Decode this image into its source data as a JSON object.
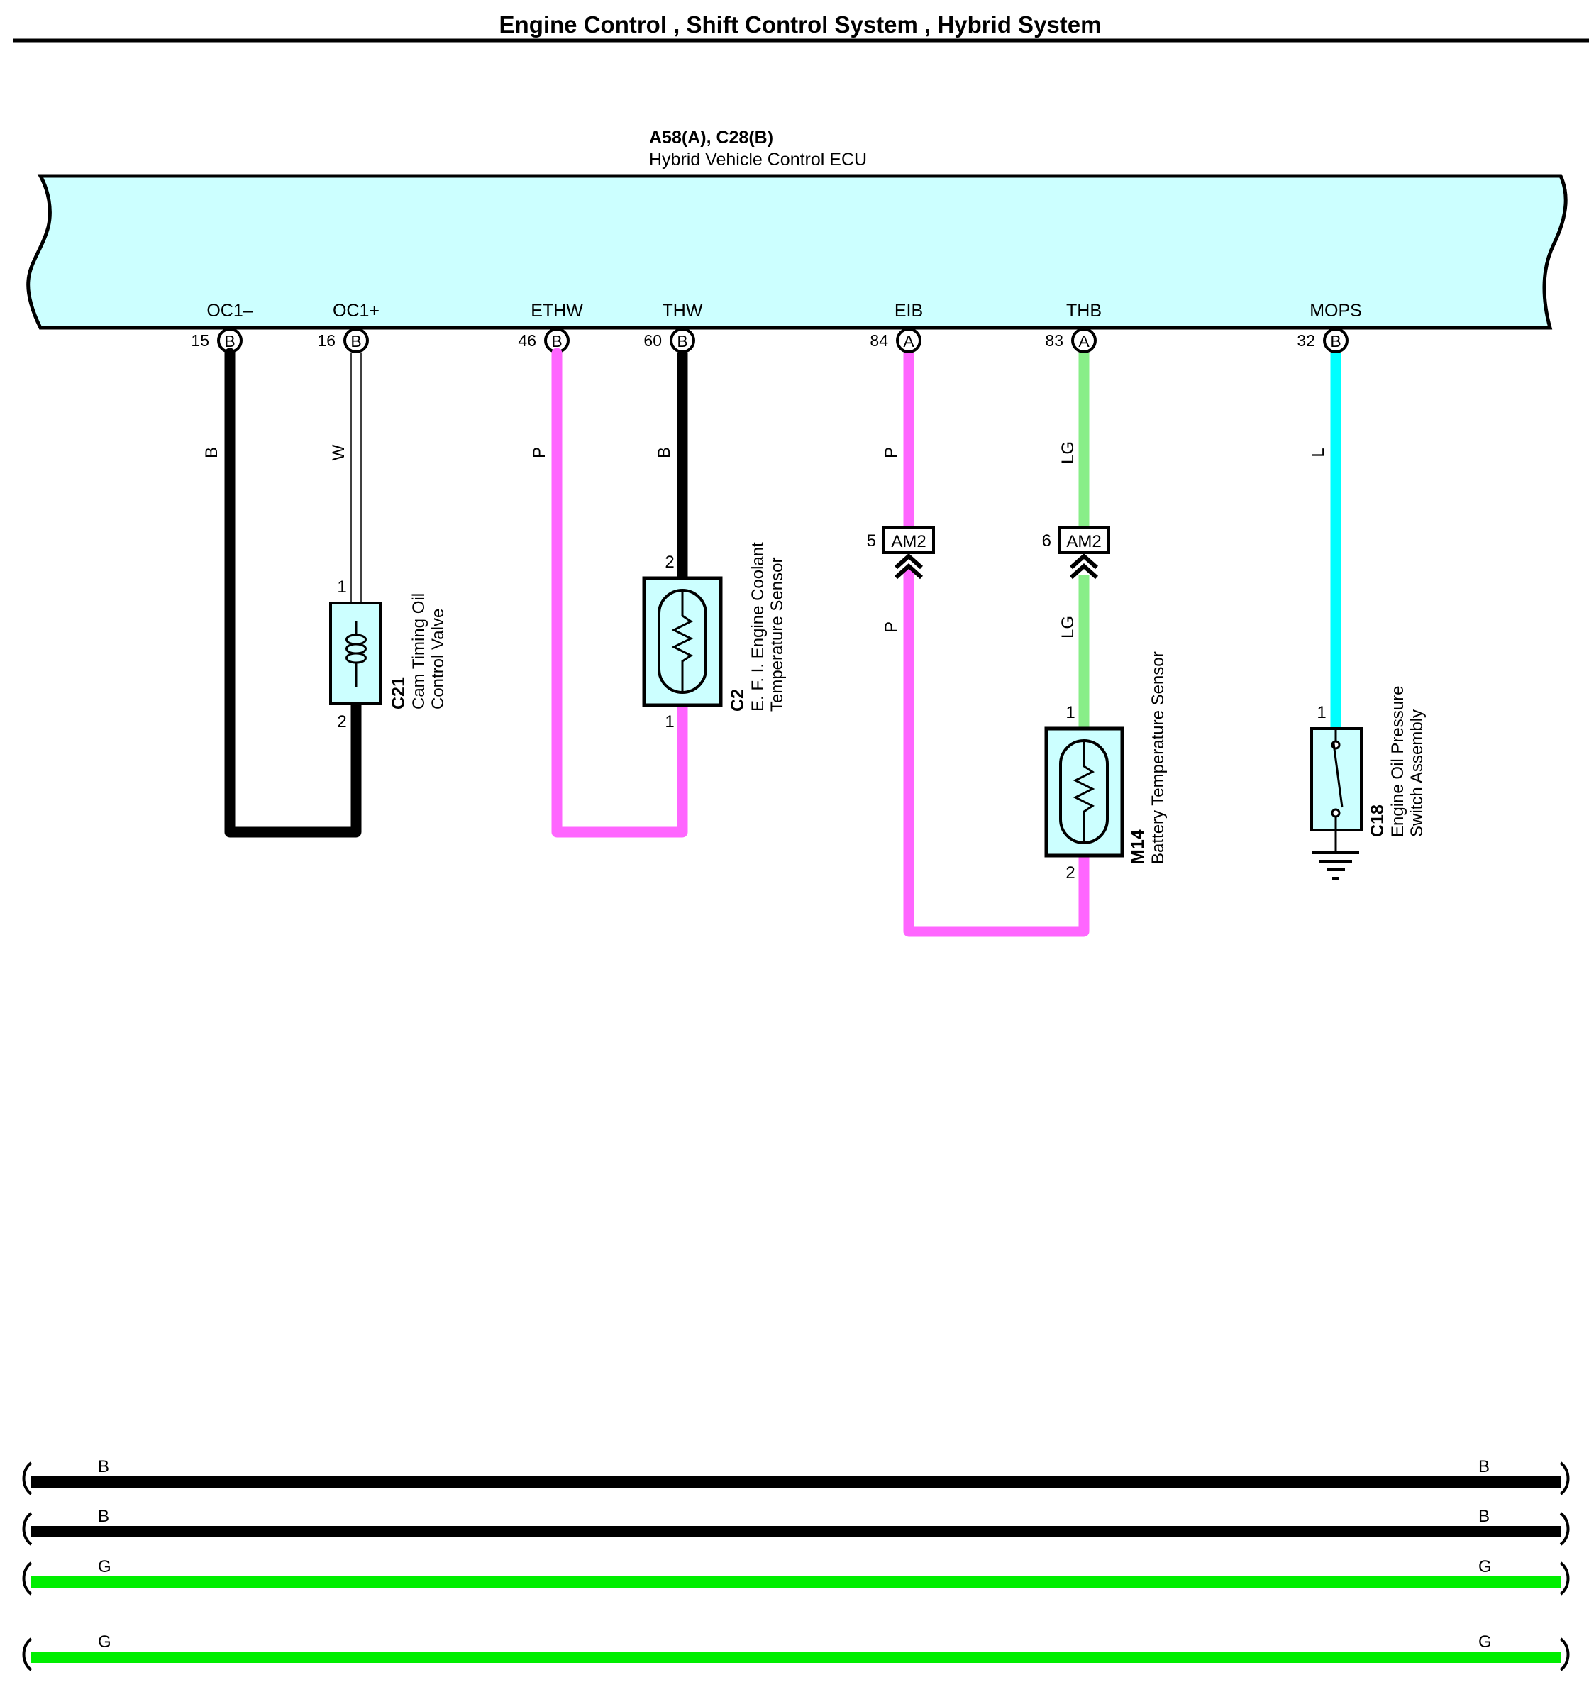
{
  "header": {
    "title": "Engine Control , Shift Control System , Hybrid System"
  },
  "ecu": {
    "connector_ref": "A58(A), C28(B)",
    "name": "Hybrid Vehicle Control ECU",
    "fill_color": "#ccffff"
  },
  "terminals": [
    {
      "id": "oc1-minus",
      "name": "OC1–",
      "pin": "15",
      "connector": "B",
      "wire": "B"
    },
    {
      "id": "oc1-plus",
      "name": "OC1+",
      "pin": "16",
      "connector": "B",
      "wire": "W"
    },
    {
      "id": "ethw",
      "name": "ETHW",
      "pin": "46",
      "connector": "B",
      "wire": "P"
    },
    {
      "id": "thw",
      "name": "THW",
      "pin": "60",
      "connector": "B",
      "wire": "B"
    },
    {
      "id": "eib",
      "name": "EIB",
      "pin": "84",
      "connector": "A",
      "wire": "P"
    },
    {
      "id": "thb",
      "name": "THB",
      "pin": "83",
      "connector": "A",
      "wire": "LG"
    },
    {
      "id": "mops",
      "name": "MOPS",
      "pin": "32",
      "connector": "B",
      "wire": "L"
    }
  ],
  "wire_colors": {
    "B": "#000000",
    "W": "#ffffff",
    "P": "#ff66ff",
    "LG": "#88ee88",
    "L": "#00ffff",
    "G": "#00ee00"
  },
  "junctions": [
    {
      "id": "j-eib",
      "pin": "5",
      "label": "AM2",
      "wire_after": "P"
    },
    {
      "id": "j-thb",
      "pin": "6",
      "label": "AM2",
      "wire_after": "LG"
    }
  ],
  "components": {
    "c21": {
      "code": "C21",
      "name_line1": "Cam Timing Oil",
      "name_line2": "Control Valve",
      "pin_top": "1",
      "pin_bottom": "2"
    },
    "c2": {
      "code": "C2",
      "name_line1": "E. F. I.  Engine Coolant",
      "name_line2": "Temperature Sensor",
      "pin_top": "2",
      "pin_bottom": "1"
    },
    "m14": {
      "code": "M14",
      "name_line1": "Battery Temperature Sensor",
      "pin_top": "1",
      "pin_bottom": "2"
    },
    "c18": {
      "code": "C18",
      "name_line1": "Engine Oil Pressure",
      "name_line2": "Switch Assembly",
      "pin_top": "1"
    }
  },
  "bus_lines": [
    {
      "id": "bus-1",
      "color_code": "B",
      "label_left": "B",
      "label_right": "B"
    },
    {
      "id": "bus-2",
      "color_code": "B",
      "label_left": "B",
      "label_right": "B"
    },
    {
      "id": "bus-3",
      "color_code": "G",
      "label_left": "G",
      "label_right": "G"
    },
    {
      "id": "bus-4",
      "color_code": "G",
      "label_left": "G",
      "label_right": "G"
    }
  ]
}
